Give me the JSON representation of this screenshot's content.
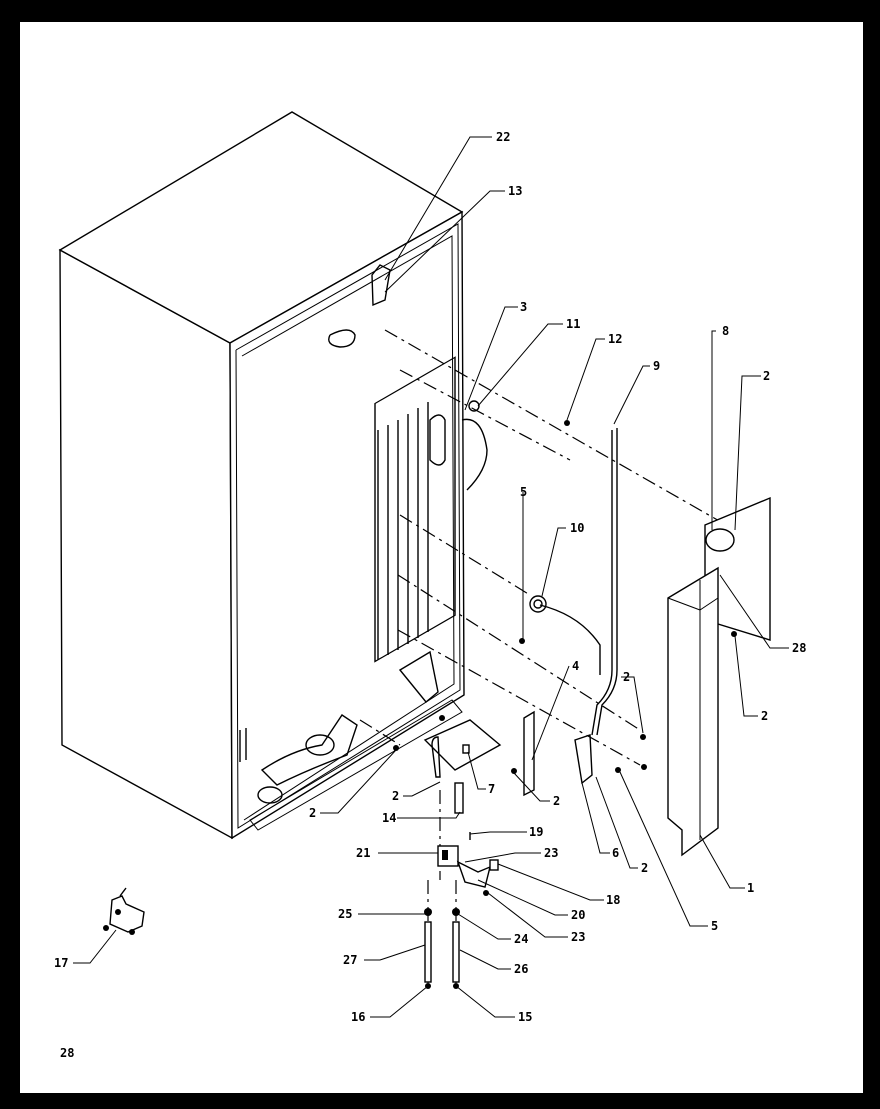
{
  "page": {
    "number": "28"
  },
  "callouts": {
    "c1": "1",
    "c2a": "2",
    "c2b": "2",
    "c2c": "2",
    "c2d": "2",
    "c2e": "2",
    "c2f": "2",
    "c2g": "2",
    "c3": "3",
    "c4": "4",
    "c5a": "5",
    "c5b": "5",
    "c6": "6",
    "c7": "7",
    "c8": "8",
    "c9": "9",
    "c10": "10",
    "c11": "11",
    "c12": "12",
    "c13": "13",
    "c14": "14",
    "c15": "15",
    "c16": "16",
    "c17": "17",
    "c18": "18",
    "c19": "19",
    "c20": "20",
    "c21": "21",
    "c22": "22",
    "c23a": "23",
    "c23b": "23",
    "c24": "24",
    "c25": "25",
    "c26": "26",
    "c27": "27",
    "c28": "28"
  }
}
